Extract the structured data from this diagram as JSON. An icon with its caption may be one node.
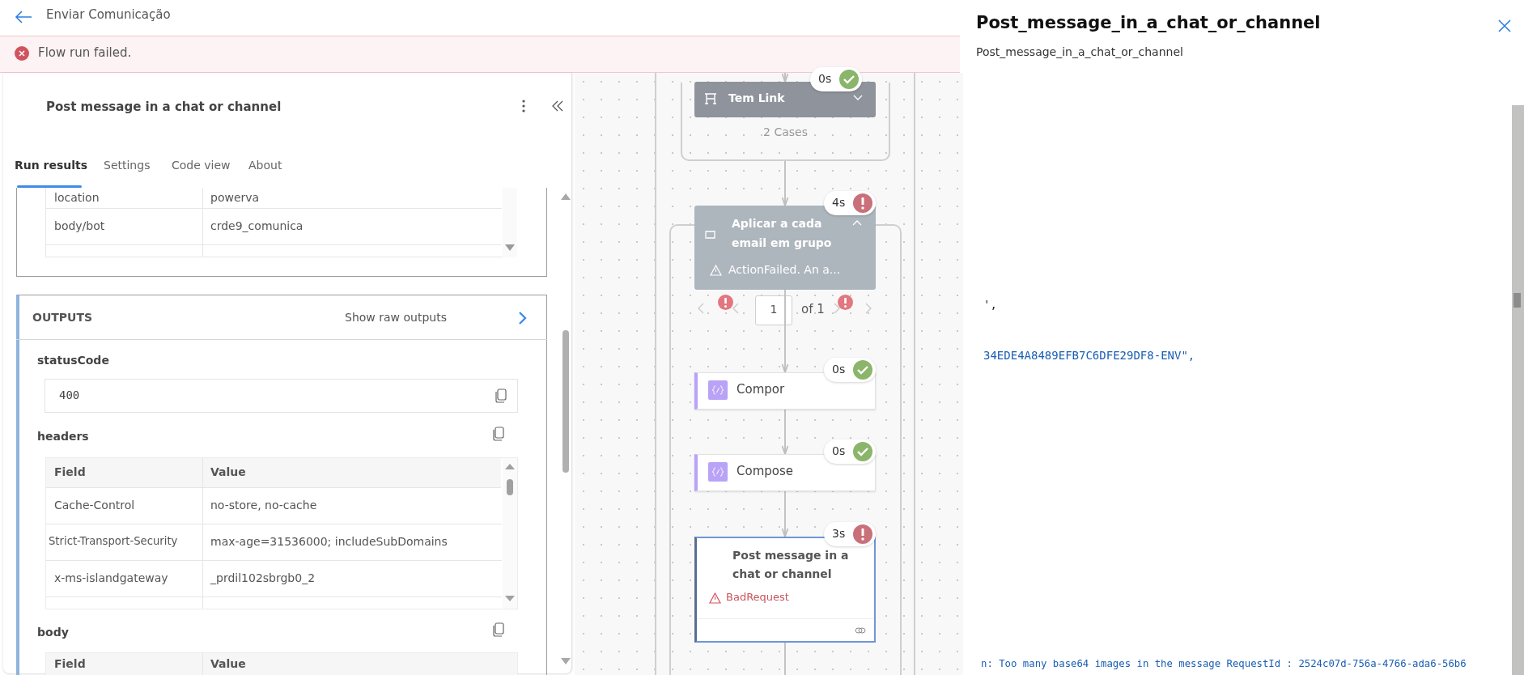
{
  "diagram": {
    "nodes": [
      {
        "text": [
          "Tem Link",
          "2 Cases"
        ],
        "beside": [
          "0s"
        ]
      },
      {
        "text": [
          "Aplicar a cada email em grupo",
          "ActionFailed. An a..."
        ],
        "beside": [
          "4s"
        ]
      },
      {
        "text": [
          "Compor"
        ],
        "beside": [
          "0s"
        ]
      },
      {
        "text": [
          "Compose"
        ],
        "beside": [
          "0s"
        ]
      },
      {
        "text": [
          "Post message in a chat or channel",
          "BadRequest"
        ],
        "beside": [
          "3s"
        ]
      }
    ],
    "edges": [
      {
        "from": null,
        "to": 0,
        "arrow": "to"
      },
      {
        "from": 0,
        "to": 1,
        "arrow": "to"
      },
      {
        "from": 1,
        "to": 2,
        "arrow": "to"
      },
      {
        "from": 2,
        "to": 3,
        "arrow": "to"
      },
      {
        "from": 3,
        "to": 4,
        "arrow": "to"
      },
      {
        "from": 4,
        "to": null,
        "arrow": "none"
      }
    ],
    "labels": [
      "Enviar Comunicação",
      "Flow run failed.",
      "Post message in a chat or channel",
      "Run results",
      "Settings",
      "Code view",
      "About",
      "location",
      "powerva",
      "body/bot",
      "crde9_comunica",
      "OUTPUTS",
      "Show raw outputs",
      "statusCode",
      "400",
      "headers",
      "Field",
      "Value",
      "Cache-Control",
      "no-store, no-cache",
      "Strict-Transport-Security",
      "max-age=31536000; includeSubDomains",
      "x-ms-islandgateway",
      "_prdil102sbrgb0_2",
      "body",
      "Field",
      "Value",
      "1",
      "of 1",
      "Post_message_in_a_chat_or_channel",
      "Post_message_in_a_chat_or_channel",
      "',",
      "34EDE4A8489EFB7C6DFE29DF8-ENV\",",
      "n: Too many base64 images in the message RequestId : 2524c07d-756a-4766-ada6-56b6"
    ]
  }
}
